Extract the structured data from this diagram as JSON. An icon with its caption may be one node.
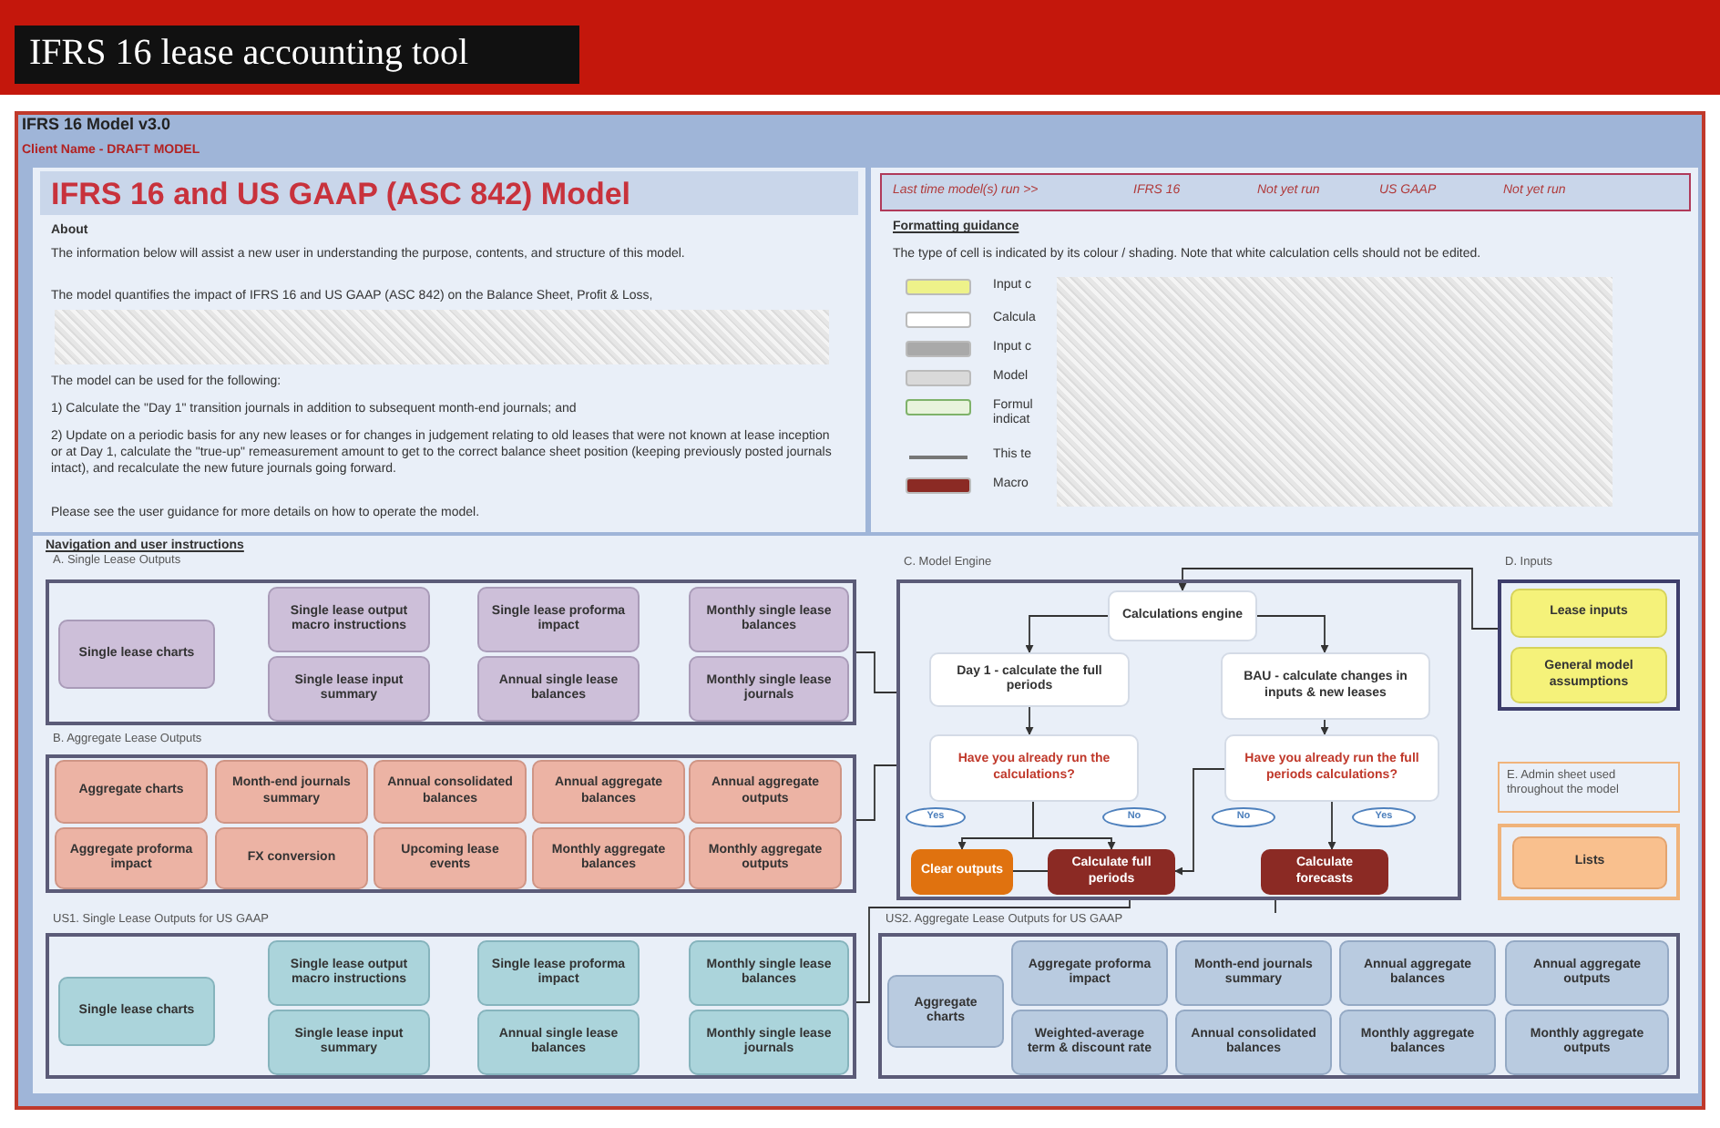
{
  "diagram": {
    "title": "IFRS 16 lease accounting tool",
    "nodes": [
      {
        "text": [
          "A. Single Lease Outputs"
        ]
      },
      {
        "text": [
          "Single lease charts"
        ],
        "in": 0
      },
      {
        "text": [
          "Single lease output macro instructions"
        ],
        "in": 0
      },
      {
        "text": [
          "Single lease proforma impact"
        ],
        "in": 0
      },
      {
        "text": [
          "Monthly single lease balances"
        ],
        "in": 0
      },
      {
        "text": [
          "Single lease input summary"
        ],
        "in": 0
      },
      {
        "text": [
          "Annual single lease balances"
        ],
        "in": 0
      },
      {
        "text": [
          "Monthly single lease journals"
        ],
        "in": 0
      },
      {
        "text": [
          "C. Model Engine"
        ]
      },
      {
        "text": [
          "Calculations engine"
        ],
        "in": 8
      },
      {
        "text": [
          "Day 1 - calculate the full periods"
        ],
        "in": 8
      },
      {
        "text": [
          "BAU - calculate changes in inputs & new leases"
        ],
        "in": 8
      },
      {
        "text": [
          "Have you already run the calculations?"
        ],
        "in": 8
      },
      {
        "text": [
          "Have you already run the full periods calculations?"
        ],
        "in": 8
      },
      {
        "text": [
          "Yes"
        ],
        "in": 8
      },
      {
        "text": [
          "No"
        ],
        "in": 8
      },
      {
        "text": [
          "No"
        ],
        "in": 8
      },
      {
        "text": [
          "Yes"
        ],
        "in": 8
      },
      {
        "text": [
          "Clear outputs"
        ],
        "in": 8
      },
      {
        "text": [
          "Calculate full periods"
        ],
        "in": 8
      },
      {
        "text": [
          "Calculate forecasts"
        ],
        "in": 8
      },
      {
        "text": [
          "D. Inputs"
        ]
      },
      {
        "text": [
          "Lease inputs"
        ],
        "in": 21
      },
      {
        "text": [
          "General model assumptions"
        ],
        "in": 21
      },
      {
        "text": [
          "B. Aggregate Lease Outputs"
        ]
      },
      {
        "text": [
          "Aggregate charts"
        ],
        "in": 24
      },
      {
        "text": [
          "Month-end journals summary"
        ],
        "in": 24
      },
      {
        "text": [
          "Annual consolidated balances"
        ],
        "in": 24
      },
      {
        "text": [
          "Annual aggregate balances"
        ],
        "in": 24
      },
      {
        "text": [
          "Annual aggregate outputs"
        ],
        "in": 24
      },
      {
        "text": [
          "Aggregate proforma impact"
        ],
        "in": 24
      },
      {
        "text": [
          "FX conversion"
        ],
        "in": 24
      },
      {
        "text": [
          "Upcoming lease events"
        ],
        "in": 24
      },
      {
        "text": [
          "Monthly aggregate balances"
        ],
        "in": 24
      },
      {
        "text": [
          "Monthly aggregate outputs"
        ],
        "in": 24
      },
      {
        "text": [
          "E. Admin sheet used throughout the model"
        ]
      },
      {
        "text": [
          "Lists"
        ],
        "in": 35
      },
      {
        "text": [
          "US1. Single Lease Outputs for US GAAP"
        ]
      },
      {
        "text": [
          "Single lease charts"
        ],
        "in": 37
      },
      {
        "text": [
          "Single lease output macro instructions"
        ],
        "in": 37
      },
      {
        "text": [
          "Single lease proforma impact"
        ],
        "in": 37
      },
      {
        "text": [
          "Monthly single lease balances"
        ],
        "in": 37
      },
      {
        "text": [
          "Single lease input summary"
        ],
        "in": 37
      },
      {
        "text": [
          "Annual single lease balances"
        ],
        "in": 37
      },
      {
        "text": [
          "Monthly single lease journals"
        ],
        "in": 37
      },
      {
        "text": [
          "US2. Aggregate Lease Outputs for US GAAP"
        ]
      },
      {
        "text": [
          "Aggregate charts"
        ],
        "in": 45
      },
      {
        "text": [
          "Aggregate proforma impact"
        ],
        "in": 45
      },
      {
        "text": [
          "Month-end journals summary"
        ],
        "in": 45
      },
      {
        "text": [
          "Annual aggregate balances"
        ],
        "in": 45
      },
      {
        "text": [
          "Annual aggregate outputs"
        ],
        "in": 45
      },
      {
        "text": [
          "Weighted-average term & discount rate"
        ],
        "in": 45
      },
      {
        "text": [
          "Annual consolidated balances"
        ],
        "in": 45
      },
      {
        "text": [
          "Monthly aggregate balances"
        ],
        "in": 45
      },
      {
        "text": [
          "Monthly aggregate outputs"
        ],
        "in": 45
      }
    ],
    "edges": [
      {
        "from": 9,
        "to": 10,
        "arrow": "to"
      },
      {
        "from": 9,
        "to": 11,
        "arrow": "to"
      },
      {
        "from": 10,
        "to": 12,
        "arrow": "to"
      },
      {
        "from": 11,
        "to": 13,
        "arrow": "to"
      },
      {
        "from": 12,
        "to": 18,
        "arrow": "to"
      },
      {
        "from": 12,
        "to": 19,
        "arrow": "to"
      },
      {
        "from": 13,
        "to": 19,
        "arrow": "to"
      },
      {
        "from": 13,
        "to": 20,
        "arrow": "to"
      },
      {
        "from": 19,
        "to": 18,
        "arrow": "none"
      },
      {
        "from": 21,
        "to": 9,
        "arrow": "to"
      },
      {
        "from": 0,
        "to": 8,
        "arrow": "none"
      },
      {
        "from": 24,
        "to": 8,
        "arrow": "none"
      },
      {
        "from": 37,
        "to": 8,
        "arrow": "none"
      },
      {
        "from": 45,
        "to": 8,
        "arrow": "none"
      }
    ],
    "labels": [
      "IFRS 16 Model v3.0",
      "Client Name - DRAFT MODEL",
      "IFRS 16 and US GAAP (ASC 842) Model",
      "About",
      "The information below will assist a new user in understanding the purpose, contents, and structure of this model.",
      "The model quantifies the impact of IFRS 16 and US GAAP (ASC 842) on the Balance Sheet, Profit & Loss,",
      "The model can be used for the following:",
      "1) Calculate the \"Day 1\" transition journals in addition to subsequent month-end journals; and",
      "2) Update on a periodic basis for any new leases or for changes in judgement relating to old leases that were not known at lease inception or at Day 1, calculate the \"true-up\" remeasurement amount to get to the correct balance sheet position (keeping previously posted journals intact), and recalculate the new future journals going forward.",
      "Please see the user guidance for more details on how to operate the model.",
      "Last time model(s) run >>",
      "IFRS 16",
      "Not yet run",
      "US GAAP",
      "Not yet run",
      "Formatting guidance",
      "The type of cell is indicated by its colour / shading. Note that white calculation cells should not be edited.",
      "Navigation and user instructions"
    ],
    "legend": [
      {
        "text": "Input c",
        "color": "#eef28a"
      },
      {
        "text": "Calcula",
        "color": "#ffffff"
      },
      {
        "text": "Input c",
        "color": "#a9a9a9"
      },
      {
        "text": "Model",
        "color": "#d9d9d9"
      },
      {
        "text": "Formul indicat"
      },
      {
        "text": "This te"
      },
      {
        "text": "Macro",
        "color": "#8b2a24"
      }
    ]
  }
}
